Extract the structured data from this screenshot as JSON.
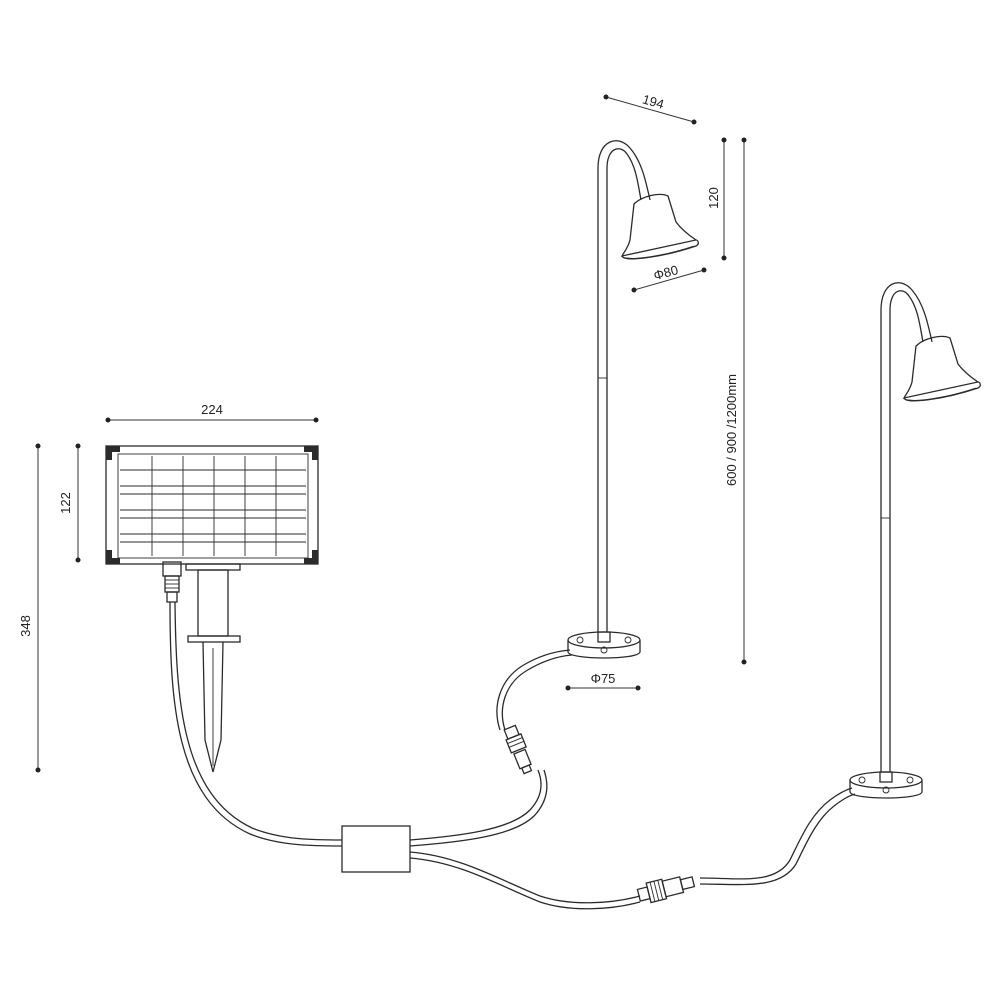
{
  "dimensions": {
    "panel_width": "224",
    "panel_height": "122",
    "total_height": "348",
    "head_length": "194",
    "head_height": "120",
    "head_diameter": "Φ80",
    "pole_height": "600 / 900 /1200mm",
    "base_diameter": "Φ75"
  }
}
